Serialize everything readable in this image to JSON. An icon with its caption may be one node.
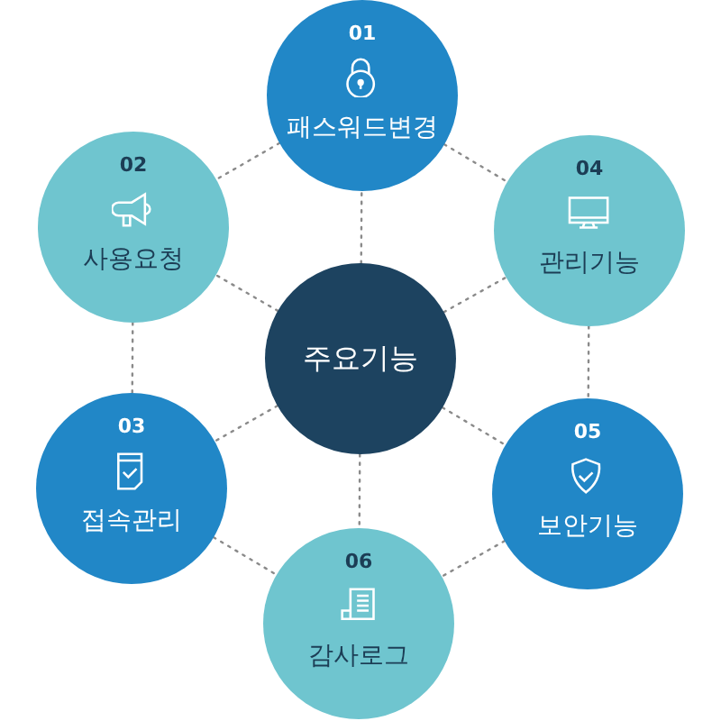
{
  "diagram": {
    "nodes": [
      {
        "text": [
          "주요기능"
        ]
      },
      {
        "text": [
          "01",
          "패스워드변경"
        ]
      },
      {
        "text": [
          "02",
          "사용요청"
        ]
      },
      {
        "text": [
          "04",
          "관리기능"
        ]
      },
      {
        "text": [
          "03",
          "접속관리"
        ]
      },
      {
        "text": [
          "05",
          "보안기능"
        ]
      },
      {
        "text": [
          "06",
          "감사로그"
        ]
      }
    ],
    "edges": [
      {
        "from": 0,
        "to": 1,
        "arrow": "none",
        "style": "dashed"
      },
      {
        "from": 0,
        "to": 2,
        "arrow": "none",
        "style": "dashed"
      },
      {
        "from": 0,
        "to": 3,
        "arrow": "none",
        "style": "dashed"
      },
      {
        "from": 0,
        "to": 4,
        "arrow": "none",
        "style": "dashed"
      },
      {
        "from": 0,
        "to": 5,
        "arrow": "none",
        "style": "dashed"
      },
      {
        "from": 0,
        "to": 6,
        "arrow": "none",
        "style": "dashed"
      },
      {
        "from": 1,
        "to": 2,
        "arrow": "none",
        "style": "dashed"
      },
      {
        "from": 1,
        "to": 3,
        "arrow": "none",
        "style": "dashed"
      },
      {
        "from": 2,
        "to": 4,
        "arrow": "none",
        "style": "dashed"
      },
      {
        "from": 3,
        "to": 5,
        "arrow": "none",
        "style": "dashed"
      },
      {
        "from": 4,
        "to": 6,
        "arrow": "none",
        "style": "dashed"
      },
      {
        "from": 5,
        "to": 6,
        "arrow": "none",
        "style": "dashed"
      }
    ]
  }
}
